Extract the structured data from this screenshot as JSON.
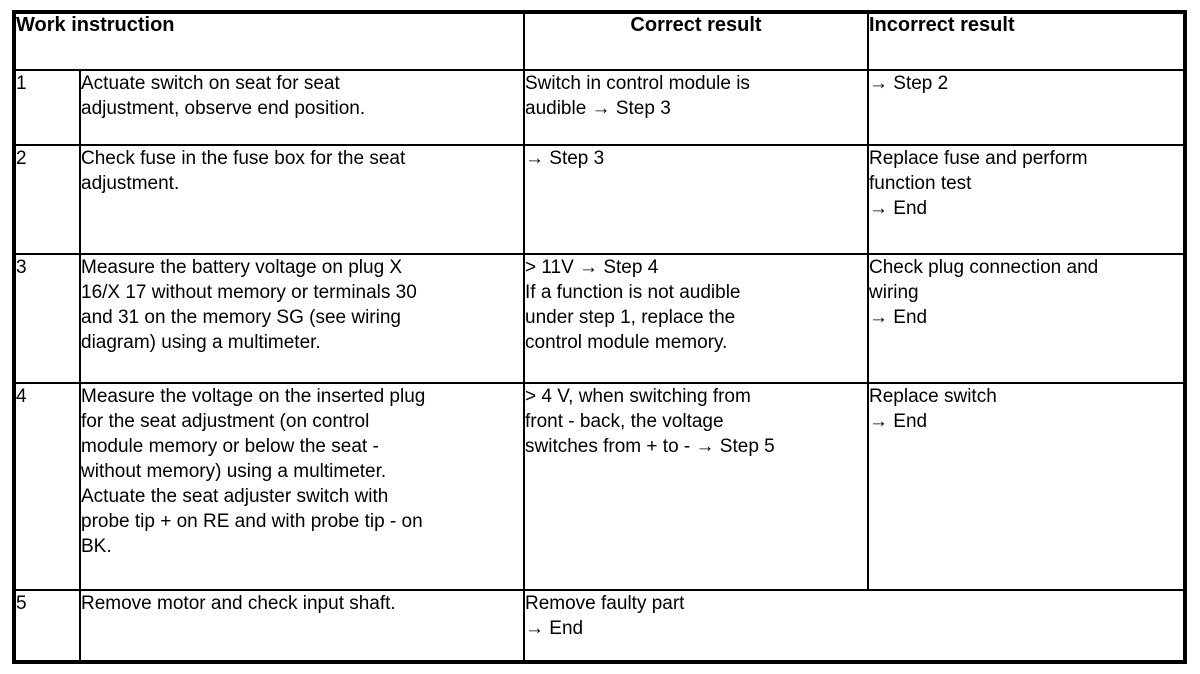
{
  "document": {
    "type": "work-instruction-table",
    "colors": {
      "border": "#000000",
      "background": "#ffffff",
      "text": "#000000"
    }
  },
  "table": {
    "headers": {
      "step": "",
      "instruction": "Work instruction",
      "correct": "Correct result",
      "incorrect": "Incorrect result"
    },
    "rows": [
      {
        "step": "1",
        "instruction": [
          "Actuate switch on seat for seat",
          "adjustment, observe end position."
        ],
        "correct": [
          "Switch in control module is",
          "audible → Step 3"
        ],
        "incorrect": [
          "→ Step 2"
        ]
      },
      {
        "step": "2",
        "instruction": [
          "Check fuse in the fuse box for the seat",
          "adjustment."
        ],
        "correct": [
          "→ Step 3"
        ],
        "incorrect": [
          "Replace fuse and perform",
          "function test",
          "→ End"
        ]
      },
      {
        "step": "3",
        "instruction": [
          "Measure the battery voltage on plug X",
          "16/X 17 without memory or terminals 30",
          "and 31 on the memory SG (see wiring",
          "diagram) using a multimeter."
        ],
        "correct": [
          "> 11V → Step 4",
          "If a function is not audible",
          "under step 1, replace the",
          "control module memory."
        ],
        "incorrect": [
          "Check plug connection and",
          "wiring",
          "→ End"
        ]
      },
      {
        "step": "4",
        "instruction": [
          "Measure the voltage on the inserted plug",
          "for the seat adjustment (on control",
          "module memory or below the seat -",
          "without memory) using a multimeter.",
          "Actuate the seat adjuster switch with",
          "probe tip + on RE and with probe tip - on",
          "BK."
        ],
        "correct": [
          "> 4 V, when switching from",
          "front - back, the voltage",
          "switches from + to - → Step 5"
        ],
        "incorrect": [
          "Replace switch",
          "→ End"
        ]
      },
      {
        "step": "5",
        "instruction": [
          "Remove motor and check input shaft."
        ],
        "correct": [
          "Remove faulty part",
          "→ End"
        ],
        "incorrect": [],
        "merged_result_cells": true
      }
    ]
  }
}
